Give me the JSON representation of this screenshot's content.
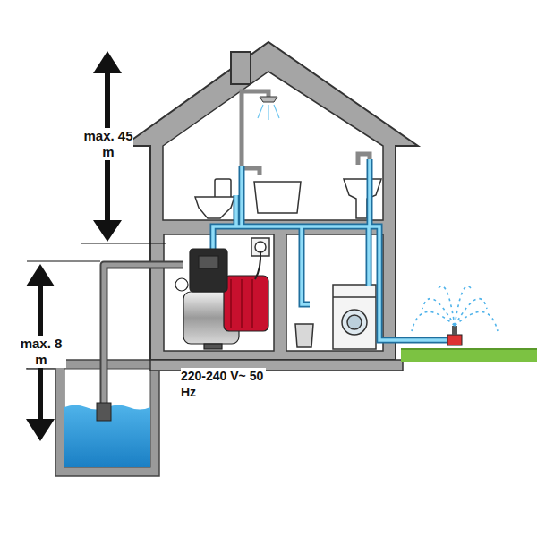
{
  "diagram": {
    "labels": [
      "max. 45 m",
      "max. 8 m",
      "220-240 V~ 50 Hz"
    ]
  }
}
